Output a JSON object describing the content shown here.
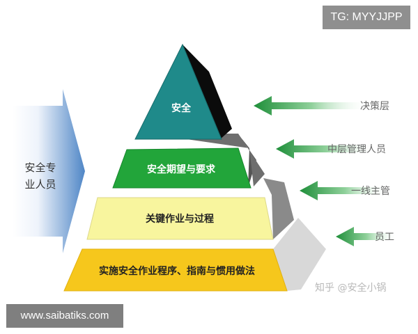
{
  "diagram": {
    "left_arrow_label_line1": "安全专",
    "left_arrow_label_line2": "业人员",
    "pyramid_levels": [
      "安全",
      "安全期望与要求",
      "关键作业与过程",
      "实施安全作业程序、指南与惯用做法"
    ],
    "right_arrow_labels": [
      "决策层",
      "中层管理人员",
      "一线主管",
      "员工"
    ],
    "colors": {
      "level_1": "#1f8a8a",
      "level_2": "#22a53a",
      "level_3": "#f8f59e",
      "level_4": "#f6c71c",
      "arrow_green": "#1f8f3a",
      "left_arrow_blue": "#5b8fc8"
    }
  },
  "watermarks": {
    "top_right": "TG: MYYJJPP",
    "bottom_left": "www.saibatiks.com",
    "zhihu": "知乎 @安全小锅"
  }
}
